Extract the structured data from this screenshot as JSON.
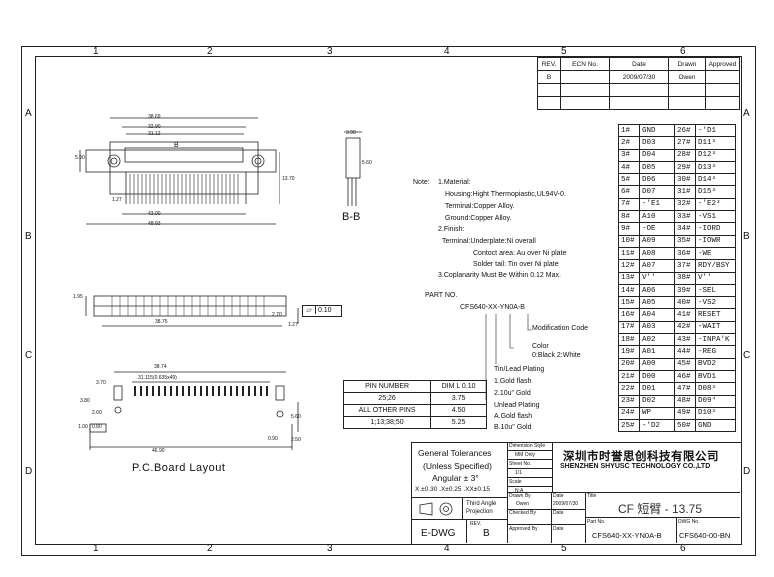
{
  "zones": {
    "columns": [
      "1",
      "2",
      "3",
      "4",
      "5",
      "6"
    ],
    "rows": [
      "A",
      "B",
      "C",
      "D"
    ]
  },
  "revision_block": {
    "headers": [
      "REV.",
      "ECN No.",
      "Date",
      "Drawn",
      "Approved"
    ],
    "row": {
      "rev": "B",
      "ecn": "",
      "date": "2009/07/30",
      "drawn": "Owen",
      "approved": ""
    }
  },
  "top_view": {
    "dims": [
      "38.69",
      "32.90",
      "31.12",
      "43.00",
      "48.93",
      "1.27",
      "5.90",
      "13.70"
    ],
    "section_marker": "B"
  },
  "section_view": {
    "label": "B-B",
    "dims": [
      "3.90",
      "5.60"
    ]
  },
  "side_view": {
    "dims": [
      "38.75",
      "1.95",
      "2.70",
      "1.27"
    ],
    "flatness_symbol": "▱",
    "flatness_value": "0.10"
  },
  "pcb_layout": {
    "label": "P.C.Board Layout",
    "dims": [
      "38.74",
      "31.115(0.635x49)",
      "46.90",
      "3.70",
      "3.80",
      "2.60",
      "1.00",
      "0.80",
      "2.50",
      "0.90",
      "5.60"
    ]
  },
  "notes": {
    "title": "Note:",
    "lines": [
      "1.Material:",
      "Housing:Hight Thermopiastic,UL94V-0.",
      "Terminal:Copper Alloy.",
      "Ground:Copper Alloy.",
      "2.Finish:",
      "Terminal:Underplate:Ni overall",
      "Contoct area: Au over Ni plate",
      "Solder tail: Tin over Ni plate",
      "3.Coplanarity Must Be Within 0.12 Max."
    ]
  },
  "part_no": {
    "title": "PART NO.",
    "code": "CFS640-XX-YN0A-B",
    "modification": "Modification Code",
    "color_title": "Color",
    "color_options": "0:Black  2:White",
    "plating_title": "Tin/Lead Plating",
    "plating_lines": [
      "1.Gold flash",
      "2.10u\" Gold",
      "Unlead Plating",
      "A.Gold flash",
      "B.10u\" Gold"
    ]
  },
  "dim_table": {
    "headers": [
      "PIN NUMBER",
      "DIM L 0.10"
    ],
    "rows": [
      [
        "25;26",
        "3.75"
      ],
      [
        "ALL OTHER PINS",
        "4.50"
      ],
      [
        "1;13;38;50",
        "5.25"
      ]
    ]
  },
  "pin_table": [
    [
      "1#",
      "GND",
      "26#",
      "-'D1"
    ],
    [
      "2#",
      "D03",
      "27#",
      "D11³"
    ],
    [
      "3#",
      "D04",
      "28#",
      "D12³"
    ],
    [
      "4#",
      "D05",
      "29#",
      "D13³"
    ],
    [
      "5#",
      "D06",
      "30#",
      "D14³"
    ],
    [
      "6#",
      "D07",
      "31#",
      "D15³"
    ],
    [
      "7#",
      "-'E1",
      "32#",
      "-'E2³"
    ],
    [
      "8#",
      "A10",
      "33#",
      "-VS1"
    ],
    [
      "9#",
      "-OE",
      "34#",
      "-IORD"
    ],
    [
      "10#",
      "A09",
      "35#",
      "-IOWR"
    ],
    [
      "11#",
      "A08",
      "36#",
      "-WE"
    ],
    [
      "12#",
      "A07",
      "37#",
      "RDY/BSY"
    ],
    [
      "13#",
      "V''",
      "38#",
      "V''"
    ],
    [
      "14#",
      "A06",
      "39#",
      "-SEL"
    ],
    [
      "15#",
      "A05",
      "40#",
      "-VS2"
    ],
    [
      "16#",
      "A04",
      "41#",
      "RESET"
    ],
    [
      "17#",
      "A03",
      "42#",
      "-WAIT"
    ],
    [
      "18#",
      "A02",
      "43#",
      "-INPA'K"
    ],
    [
      "19#",
      "A01",
      "44#",
      "-REG"
    ],
    [
      "20#",
      "A00",
      "45#",
      "BVD2"
    ],
    [
      "21#",
      "D00",
      "46#",
      "BVD1"
    ],
    [
      "22#",
      "D01",
      "47#",
      "D08³"
    ],
    [
      "23#",
      "D02",
      "48#",
      "D09⁴"
    ],
    [
      "24#",
      "WP",
      "49#",
      "D10³"
    ],
    [
      "25#",
      "-'D2",
      "50#",
      "GND"
    ]
  ],
  "title_block": {
    "tolerances_title": "General Tolerances",
    "unless": "(Unless Specified)",
    "angular": "Angular  ± 3°",
    "linear": "X.±0.30  .X±0.25  .XX±0.15",
    "projection": "Third Angle Projection",
    "edwg": "E-DWG",
    "rev_label": "REV.",
    "rev": "B",
    "dimension_style_label": "Dimension Style",
    "dimension_style": "MM Only",
    "sheet_label": "Sheet No.",
    "sheet": "1/1",
    "scale_label": "Scale",
    "scale": "N:A",
    "company_cn": "深圳市时誉思创科技有限公司",
    "company_en": "SHENZHEN SHYUSC TECHNOLOGY CO.,LTD",
    "drawn_by_label": "Drawn By",
    "drawn_by": "Owen",
    "date_label": "Date",
    "date": "2009/07/30",
    "checked_by_label": "Checked By",
    "approved_by_label": "Approved By",
    "title_label": "Title",
    "title": "CF 短臂 - 13.75",
    "part_no_label": "Part No.",
    "part_no": "CFS640-XX-YN0A-B",
    "dwg_no_label": "DWG No.",
    "dwg_no": "CFS640-00-BN"
  }
}
